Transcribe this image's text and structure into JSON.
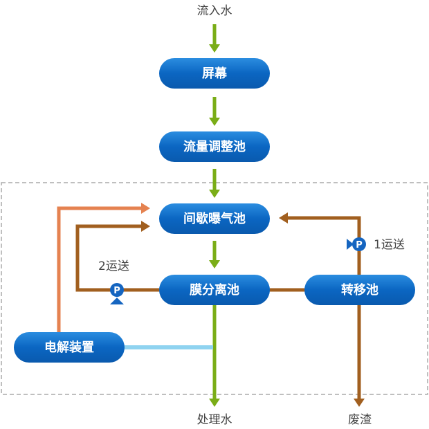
{
  "labels": {
    "inflow": "流入水",
    "treated_water": "处理水",
    "waste_sludge": "废渣"
  },
  "nodes": {
    "screen": "屏幕",
    "flow_tank": "流量调整池",
    "aeration_tank": "间歇曝气池",
    "membrane_tank": "膜分离池",
    "transfer_tank": "转移池",
    "electrolysis": "电解装置"
  },
  "pumps": {
    "pump1_label": "1运送",
    "pump2_label": "2运送",
    "pump_letter": "P"
  },
  "colors": {
    "node_fill": "#0b66c2",
    "main_flow": "#7aad17",
    "sludge_flow": "#a15f1f",
    "electro_return": "#e58250",
    "electro_link": "#8fd3f0",
    "boundary": "#aaaaaa"
  }
}
